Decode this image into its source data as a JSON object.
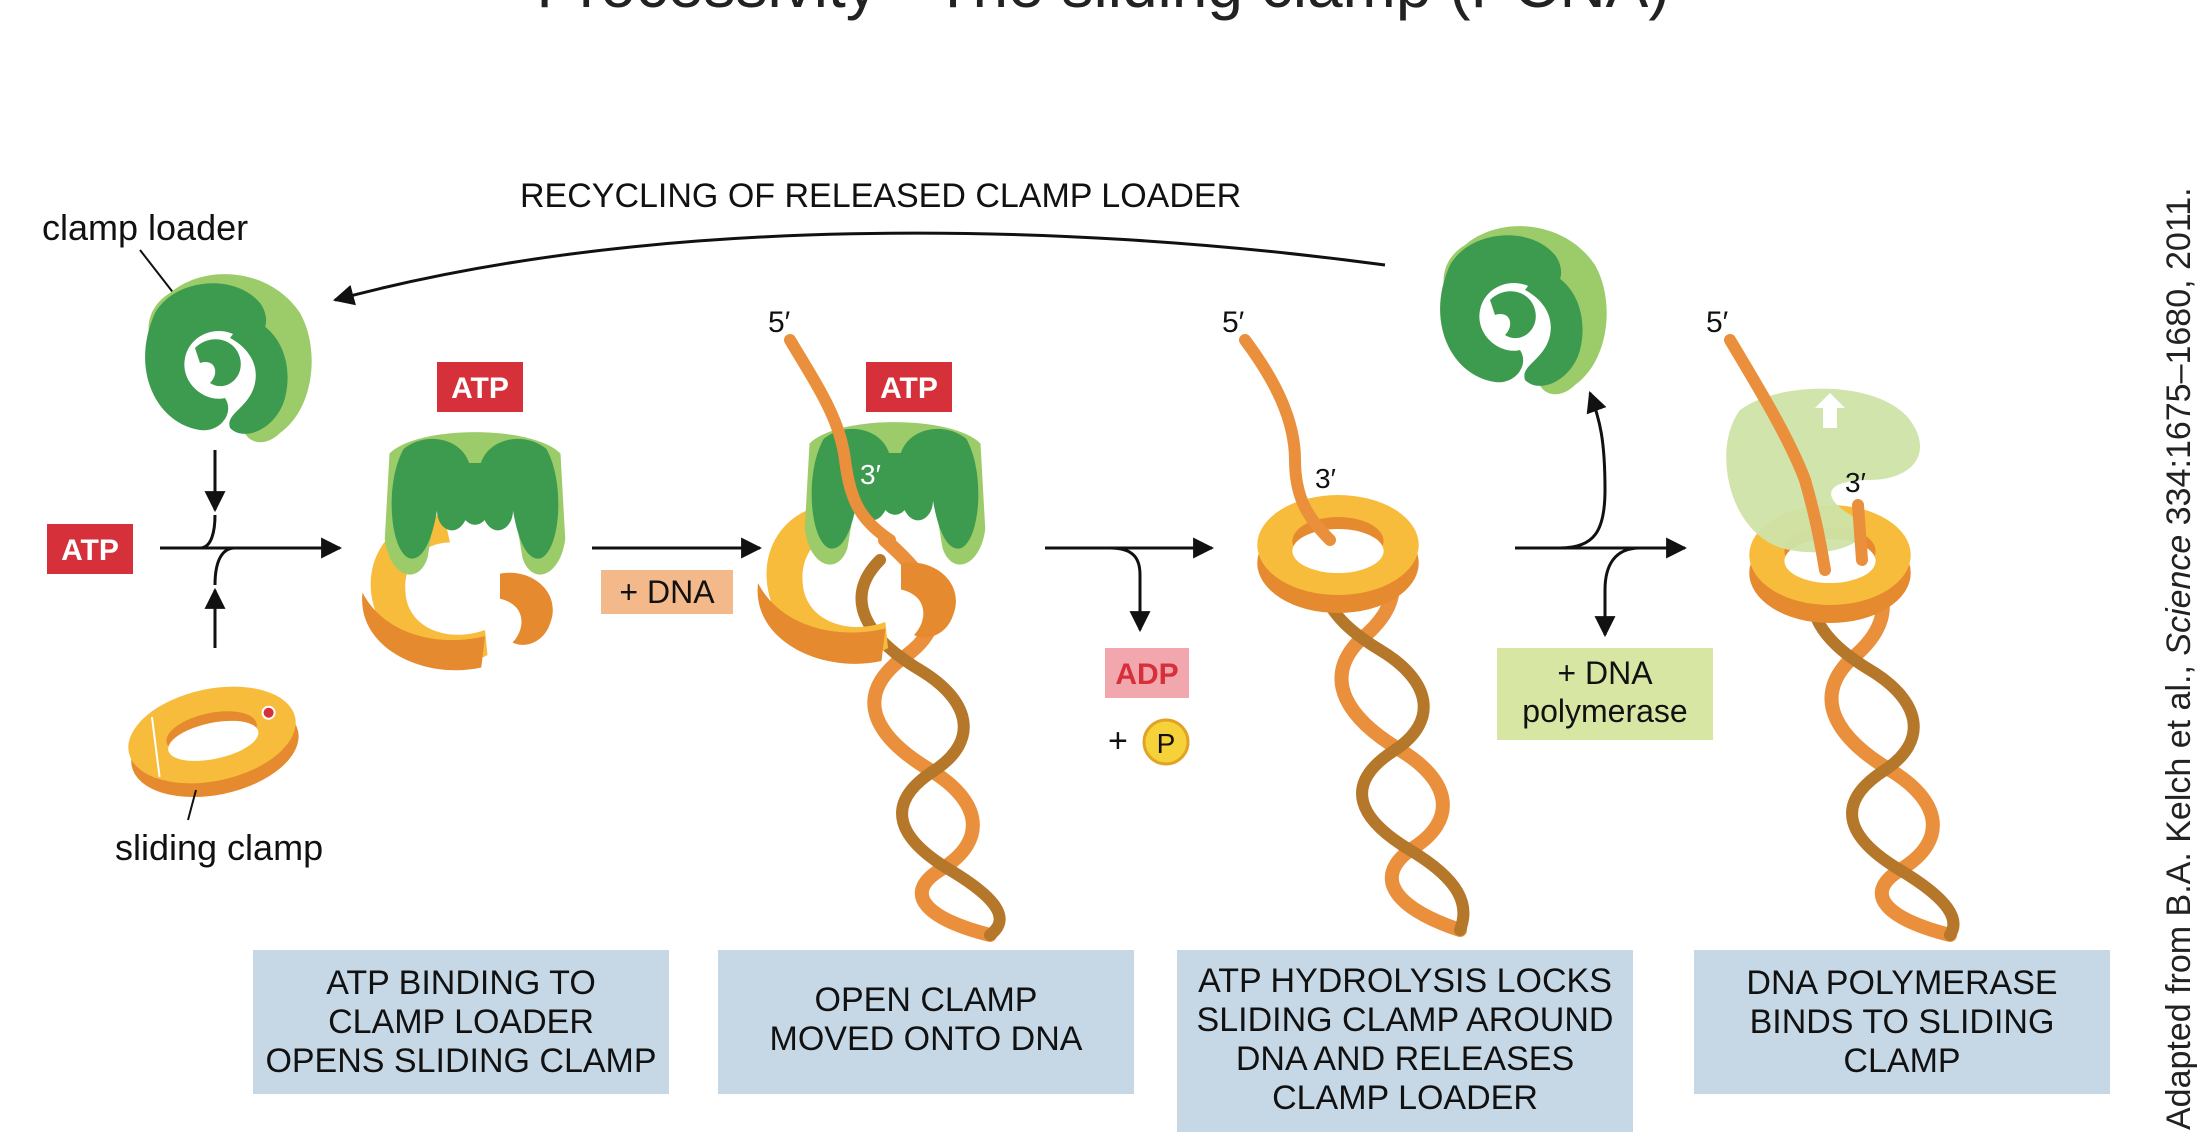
{
  "title": "Processivity - The sliding clamp (PCNA)",
  "labels": {
    "clamp_loader": "clamp loader",
    "sliding_clamp": "sliding clamp",
    "recycling": "RECYCLING OF RELEASED CLAMP LOADER",
    "atp": "ATP",
    "plus_dna": "+ DNA",
    "adp": "ADP",
    "plus": "+",
    "phosphate": "P",
    "dna_polymerase_line1": "+ DNA",
    "dna_polymerase_line2": "polymerase",
    "five_prime": "5′",
    "three_prime": "3′"
  },
  "steps": [
    {
      "lines": [
        "ATP BINDING TO",
        "CLAMP LOADER",
        "OPENS SLIDING CLAMP"
      ]
    },
    {
      "lines": [
        "OPEN CLAMP",
        "MOVED ONTO DNA"
      ]
    },
    {
      "lines": [
        "ATP HYDROLYSIS LOCKS",
        "SLIDING CLAMP AROUND",
        "DNA AND RELEASES",
        "CLAMP LOADER"
      ]
    },
    {
      "lines": [
        "DNA POLYMERASE",
        "BINDS TO SLIDING",
        "CLAMP"
      ]
    }
  ],
  "credit": {
    "prefix": "Adapted from B.A. Kelch et al., ",
    "journal": "Science",
    "suffix": " 334:1675–1680, 2011."
  },
  "colors": {
    "clamp_loader_dark": "#3d9b4f",
    "clamp_loader_light": "#9ccc6a",
    "clamp_yellow": "#f7bc3b",
    "clamp_orange": "#ea8a30",
    "dna_strand": "#ea8f3c",
    "dna_strand_dark": "#b5772a",
    "atp_red": "#d6303a",
    "adp_pink": "#f2a6ae",
    "plus_dna_box": "#f4b98a",
    "polymerase_box": "#d8e6a3",
    "polymerase_body": "#cfe3a6",
    "step_box": "#c6d8e6",
    "phosphate_yellow": "#f5d13a",
    "arrow": "#111111"
  },
  "icons": [
    "clamp-loader-icon",
    "sliding-clamp-icon",
    "dna-helix-icon",
    "dna-polymerase-icon",
    "phosphate-icon",
    "arrow-icon"
  ]
}
